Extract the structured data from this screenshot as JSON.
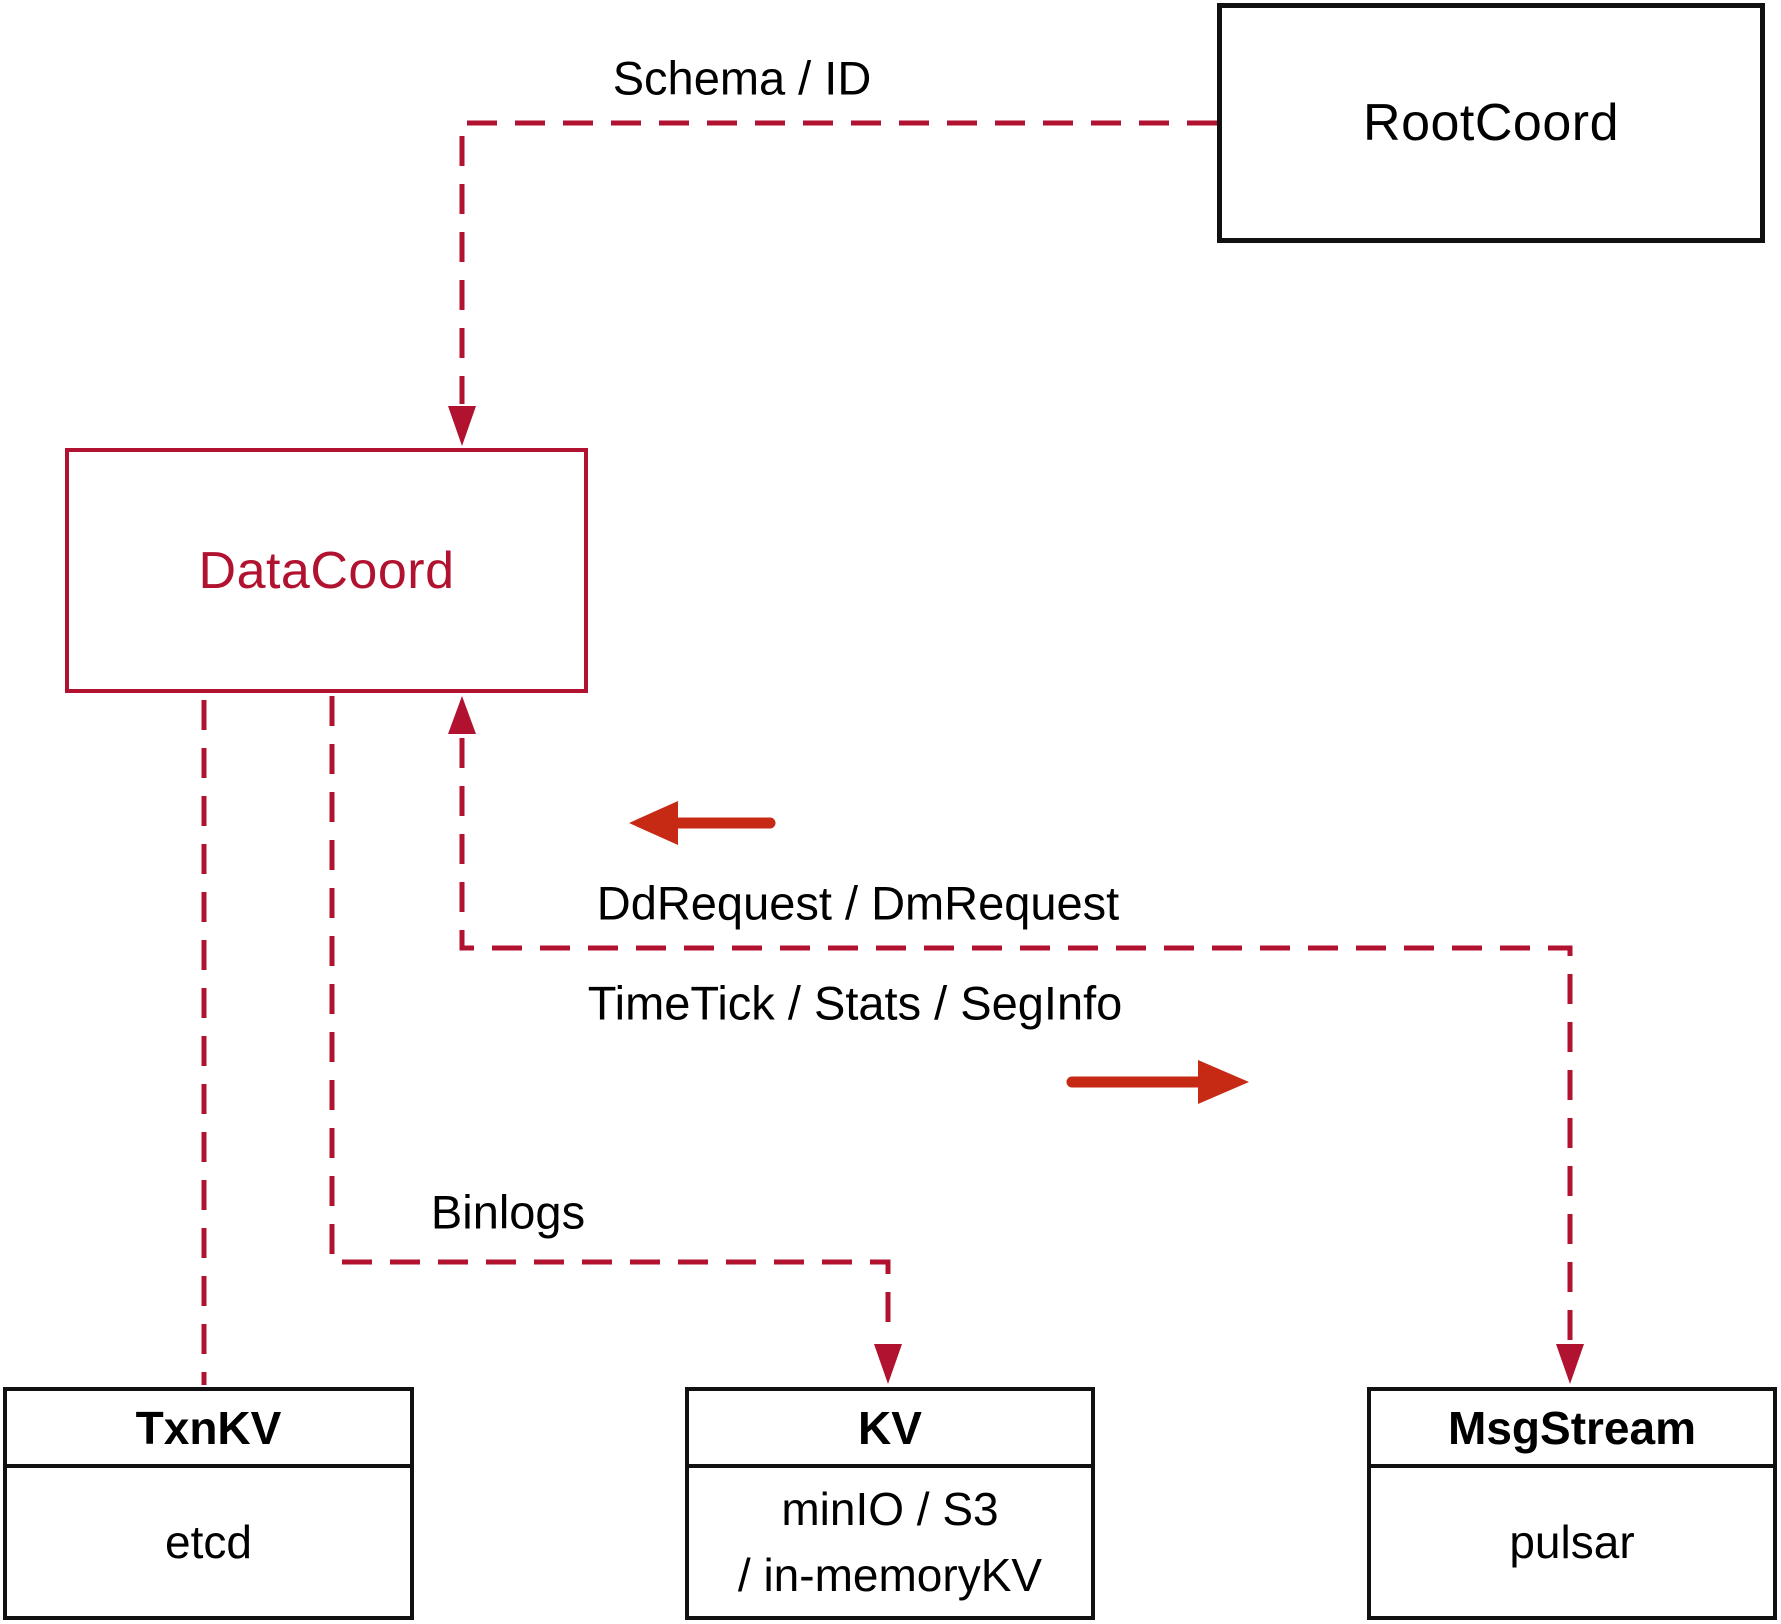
{
  "diagram": {
    "nodes": {
      "rootcoord": {
        "label": "RootCoord"
      },
      "datacoord": {
        "label": "DataCoord"
      },
      "txnkv": {
        "title": "TxnKV",
        "impl": "etcd"
      },
      "kv": {
        "title": "KV",
        "impl_line1": "minIO / S3",
        "impl_line2": "/ in-memoryKV"
      },
      "msgstream": {
        "title": "MsgStream",
        "impl": "pulsar"
      }
    },
    "edge_labels": {
      "schema_id": "Schema / ID",
      "dd_dm_request": "DdRequest / DmRequest",
      "timetick_stats_seginfo": "TimeTick / Stats / SegInfo",
      "binlogs": "Binlogs"
    },
    "connectors": [
      {
        "name": "rootcoord-to-datacoord",
        "style": "dashed",
        "arrow": "into DataCoord top",
        "label": "Schema / ID"
      },
      {
        "name": "datacoord-msgstream-bus",
        "style": "dashed",
        "arrows": "up into DataCoord bottom, down into MsgStream top",
        "labels": [
          "DdRequest / DmRequest",
          "TimeTick / Stats / SegInfo"
        ]
      },
      {
        "name": "datacoord-to-txnkv",
        "style": "dashed",
        "arrow": "none"
      },
      {
        "name": "datacoord-to-kv",
        "style": "dashed",
        "arrow": "into KV top",
        "label": "Binlogs"
      },
      {
        "name": "flow-left-arrow",
        "style": "solid",
        "direction": "left"
      },
      {
        "name": "flow-right-arrow",
        "style": "solid",
        "direction": "right"
      }
    ],
    "colors": {
      "dashed_line": "#b1122f",
      "solid_arrow": "#c62a14",
      "box_border": "#111111",
      "datacoord_accent": "#b1122f",
      "text": "#000000",
      "background": "#ffffff"
    }
  }
}
